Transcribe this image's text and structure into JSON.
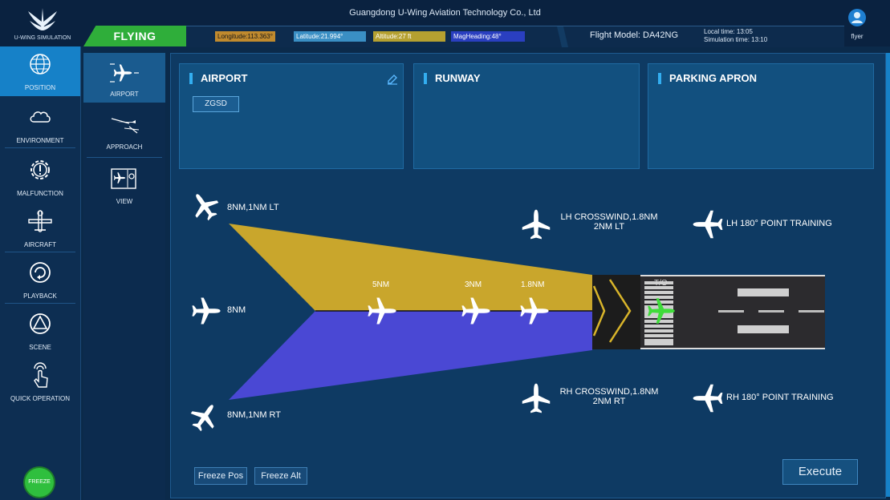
{
  "app": {
    "company": "Guangdong U-Wing Aviation Technology Co., Ltd",
    "logo_text": "U-WING SIMULATION"
  },
  "status": {
    "mode": "FLYING",
    "longitude": "Longitude:113.363°",
    "latitude": "Latitude:21.994°",
    "altitude": "Altitude:27 ft",
    "mag_heading": "MagHeading:48°",
    "flight_model": "Flight Model: DA42NG",
    "local_time": "Local time: 13:05",
    "sim_time": "Simulation time: 13:10",
    "user": "flyer",
    "colors": {
      "mode": "#2fae3a",
      "longitude": "#c08a2e",
      "latitude": "#3a8fc4",
      "altitude": "#b5a030",
      "mag_heading": "#2a3fc0"
    }
  },
  "sidebar": {
    "items": [
      {
        "label": "POSITION",
        "icon": "globe-icon",
        "active": true
      },
      {
        "label": "ENVIRONMENT",
        "icon": "cloud-icon"
      },
      {
        "label": "MALFUNCTION",
        "icon": "warning-gear-icon"
      },
      {
        "label": "AIRCRAFT",
        "icon": "aircraft-icon"
      },
      {
        "label": "PLAYBACK",
        "icon": "playback-icon"
      },
      {
        "label": "SCENE",
        "icon": "scene-icon"
      },
      {
        "label": "QUICK OPERATION",
        "icon": "hand-touch-icon"
      }
    ],
    "freeze": "FREEZE"
  },
  "subnav": {
    "items": [
      {
        "label": "AIRPORT",
        "icon": "airport-plane-icon",
        "active": true
      },
      {
        "label": "APPROACH",
        "icon": "approach-icon"
      },
      {
        "label": "VIEW",
        "icon": "view-map-icon"
      }
    ]
  },
  "cards": {
    "airport": {
      "title": "AIRPORT",
      "value": "ZGSD"
    },
    "runway": {
      "title": "RUNWAY"
    },
    "parking": {
      "title": "PARKING APRON"
    }
  },
  "approach": {
    "positions": {
      "lt": "8NM,1NM LT",
      "center": "8NM",
      "rt": "8NM,1NM RT",
      "nm5": "5NM",
      "nm3": "3NM",
      "nm18": "1.8NM",
      "to": "T/O",
      "lh_cross_1": "LH CROSSWIND,1.8NM",
      "lh_cross_2": "2NM LT",
      "lh_180": "LH 180° POINT TRAINING",
      "rh_cross_1": "RH CROSSWIND,1.8NM",
      "rh_cross_2": "2NM RT",
      "rh_180": "RH 180° POINT TRAINING"
    },
    "colors": {
      "left_sector": "#c9a62c",
      "right_sector": "#4a48d4",
      "selected_aircraft": "#3fdc3a"
    }
  },
  "buttons": {
    "freeze_pos": "Freeze Pos",
    "freeze_alt": "Freeze Alt",
    "execute": "Execute"
  }
}
